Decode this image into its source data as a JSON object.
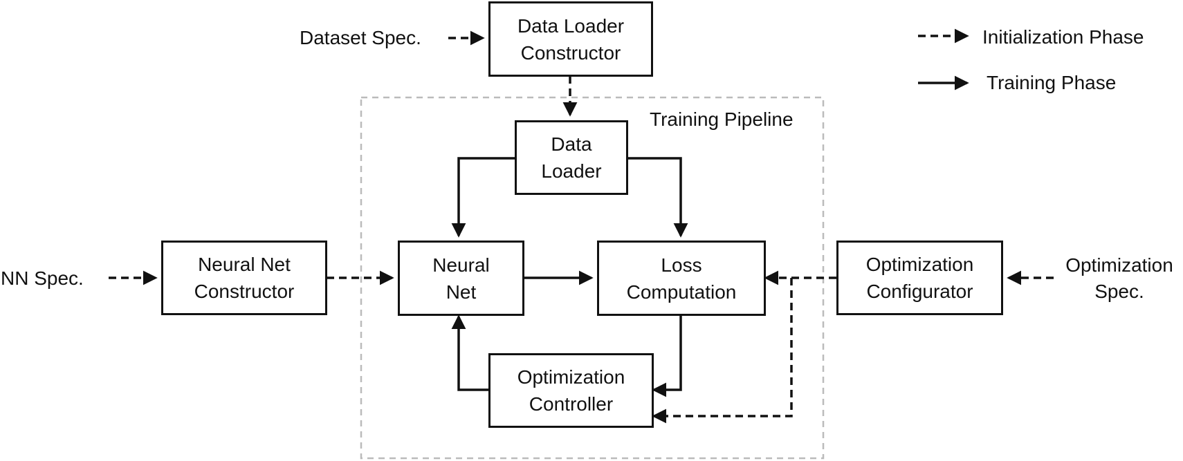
{
  "boxes": {
    "data_loader_constructor": {
      "line1": "Data Loader",
      "line2": "Constructor"
    },
    "data_loader": {
      "line1": "Data",
      "line2": "Loader"
    },
    "neural_net_constructor": {
      "line1": "Neural Net",
      "line2": "Constructor"
    },
    "neural_net": {
      "line1": "Neural",
      "line2": "Net"
    },
    "loss_computation": {
      "line1": "Loss",
      "line2": "Computation"
    },
    "optimization_configurator": {
      "line1": "Optimization",
      "line2": "Configurator"
    },
    "optimization_controller": {
      "line1": "Optimization",
      "line2": "Controller"
    }
  },
  "inputs": {
    "dataset_spec": "Dataset Spec.",
    "nn_spec": "NN Spec.",
    "optimization_spec_line1": "Optimization",
    "optimization_spec_line2": "Spec."
  },
  "group": {
    "training_pipeline": "Training Pipeline"
  },
  "legend": {
    "initialization": "Initialization Phase",
    "training": "Training Phase"
  },
  "colors": {
    "stroke": "#111111",
    "pipeline_border": "#bbbbbb",
    "background": "#ffffff"
  }
}
